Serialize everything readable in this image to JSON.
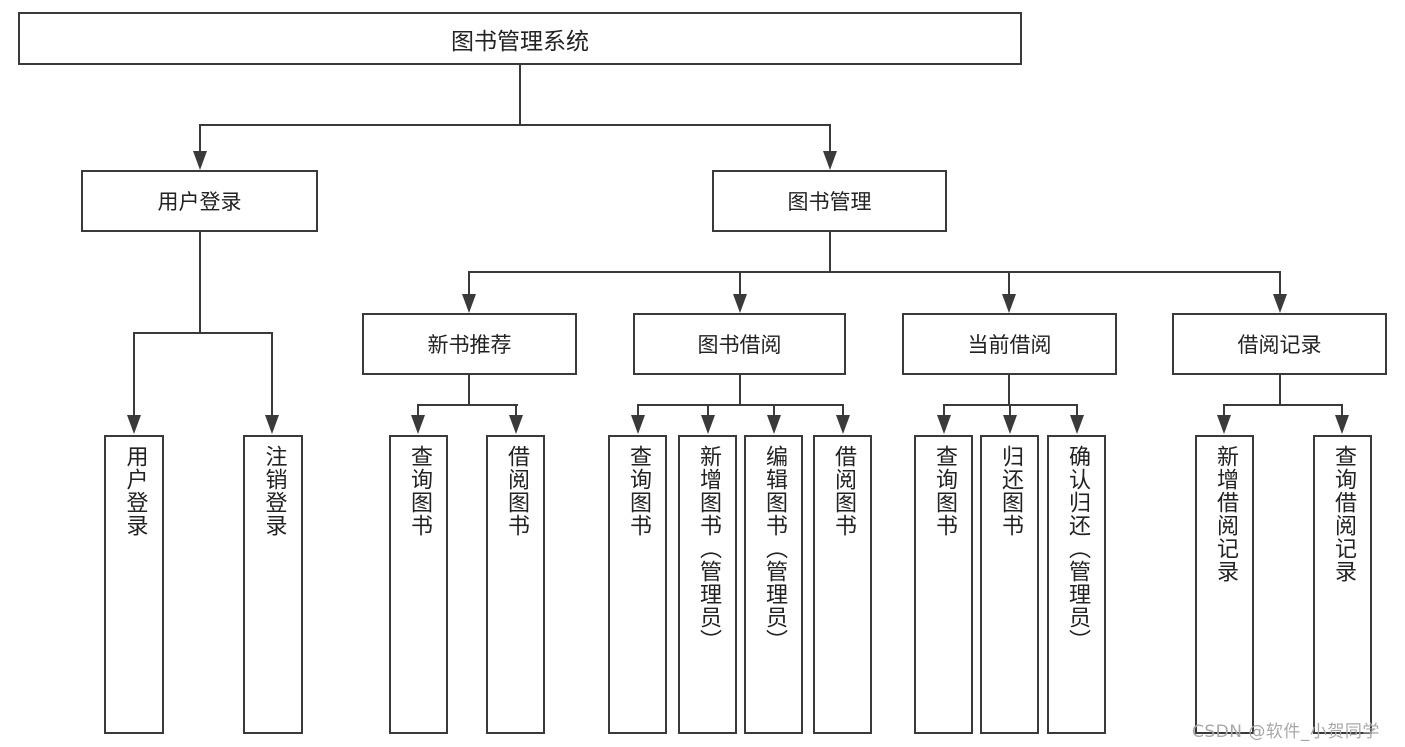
{
  "diagram": {
    "title": "图书管理系统",
    "type": "tree-hierarchy",
    "watermark": "CSDN @软件_小贺同学",
    "colors": {
      "box_border": "#3a3a3a",
      "box_fill": "#ffffff",
      "text": "#222222",
      "connector": "#3a3a3a",
      "watermark": "#a8a8a8",
      "background": "#ffffff"
    },
    "root": {
      "label": "图书管理系统"
    },
    "level2": [
      {
        "id": "user-login",
        "label": "用户登录"
      },
      {
        "id": "book-management",
        "label": "图书管理"
      }
    ],
    "level3": [
      {
        "id": "new-book-recommend",
        "label": "新书推荐",
        "parent": "book-management"
      },
      {
        "id": "book-borrow",
        "label": "图书借阅",
        "parent": "book-management"
      },
      {
        "id": "current-borrow",
        "label": "当前借阅",
        "parent": "book-management"
      },
      {
        "id": "borrow-record",
        "label": "借阅记录",
        "parent": "book-management"
      }
    ],
    "leaves": [
      {
        "id": "leaf-user-login",
        "label": "用户登录",
        "parent": "user-login"
      },
      {
        "id": "leaf-logout-login",
        "label": "注销登录",
        "parent": "user-login"
      },
      {
        "id": "leaf-query-book-1",
        "label": "查询图书",
        "parent": "new-book-recommend"
      },
      {
        "id": "leaf-borrow-book-1",
        "label": "借阅图书",
        "parent": "new-book-recommend"
      },
      {
        "id": "leaf-query-book-2",
        "label": "查询图书",
        "parent": "book-borrow"
      },
      {
        "id": "leaf-add-book",
        "label": "新增图书（管理员）",
        "parent": "book-borrow"
      },
      {
        "id": "leaf-edit-book",
        "label": "编辑图书（管理员）",
        "parent": "book-borrow"
      },
      {
        "id": "leaf-borrow-book-2",
        "label": "借阅图书",
        "parent": "book-borrow"
      },
      {
        "id": "leaf-query-book-3",
        "label": "查询图书",
        "parent": "current-borrow"
      },
      {
        "id": "leaf-return-book",
        "label": "归还图书",
        "parent": "current-borrow"
      },
      {
        "id": "leaf-confirm-return",
        "label": "确认归还（管理员）",
        "parent": "current-borrow"
      },
      {
        "id": "leaf-add-record",
        "label": "新增借阅记录",
        "parent": "borrow-record"
      },
      {
        "id": "leaf-query-record",
        "label": "查询借阅记录",
        "parent": "borrow-record"
      }
    ]
  }
}
